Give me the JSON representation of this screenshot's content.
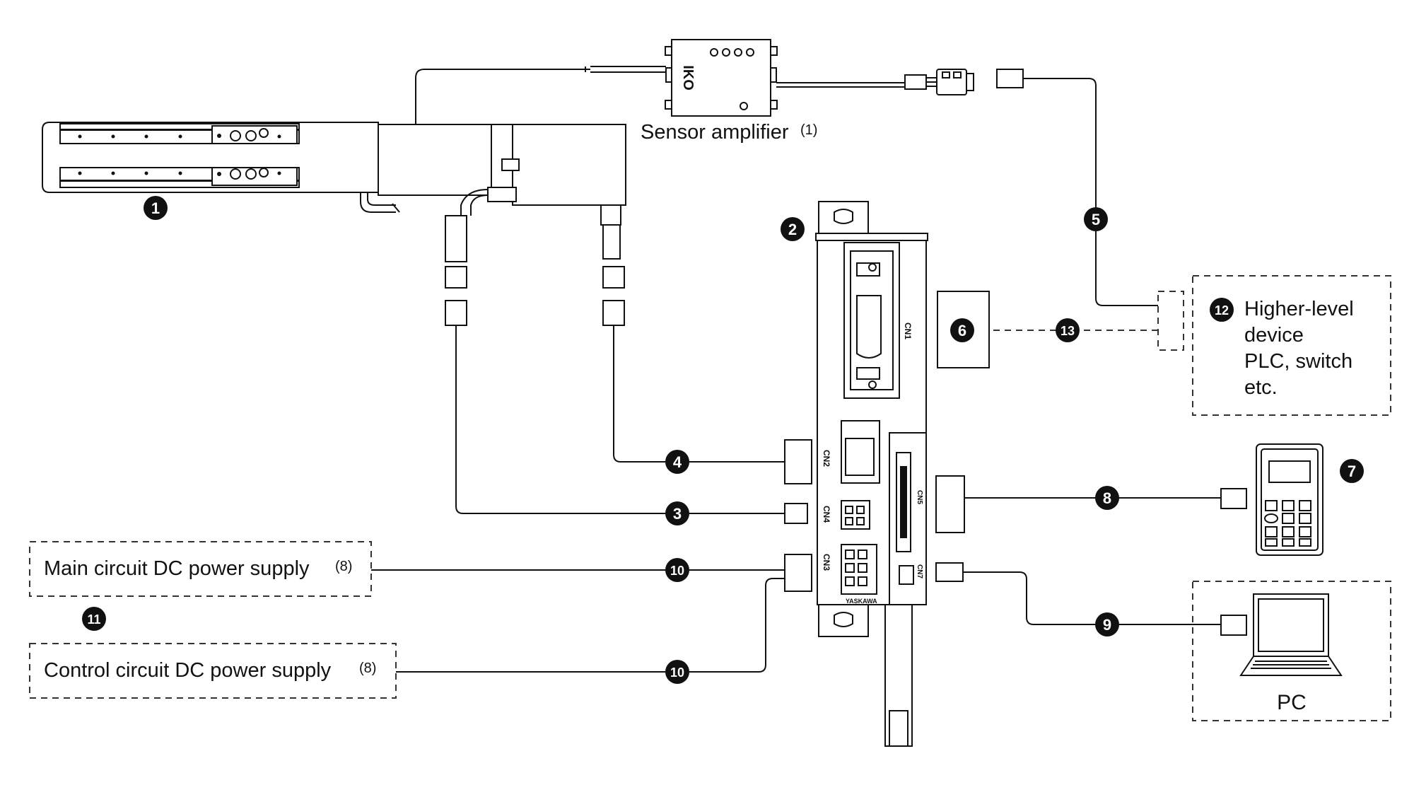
{
  "labels": {
    "sensor_amplifier": "Sensor amplifier",
    "sensor_amplifier_note": "(1)",
    "main_power": "Main circuit DC power supply",
    "main_power_note": "(8)",
    "control_power": "Control circuit DC power supply",
    "control_power_note": "(8)",
    "higher_level": [
      "Higher-level",
      "device",
      "PLC, switch",
      "etc."
    ],
    "pc": "PC",
    "amp_logo": "IKO",
    "brand": "YASKAWA"
  },
  "connectors": {
    "cn1": "CN1",
    "cn2": "CN2",
    "cn4": "CN4",
    "cn3": "CN3",
    "cn5": "CN5",
    "cn7": "CN7"
  },
  "badges": {
    "b1": "1",
    "b2": "2",
    "b3": "3",
    "b4": "4",
    "b5": "5",
    "b6": "6",
    "b7": "7",
    "b8": "8",
    "b9": "9",
    "b10a": "10",
    "b10b": "10",
    "b11": "11",
    "b12": "12",
    "b13": "13"
  },
  "colors": {
    "line": "#111111",
    "badge_fill": "#111111",
    "badge_text": "#ffffff",
    "dash_box": "#333333"
  }
}
